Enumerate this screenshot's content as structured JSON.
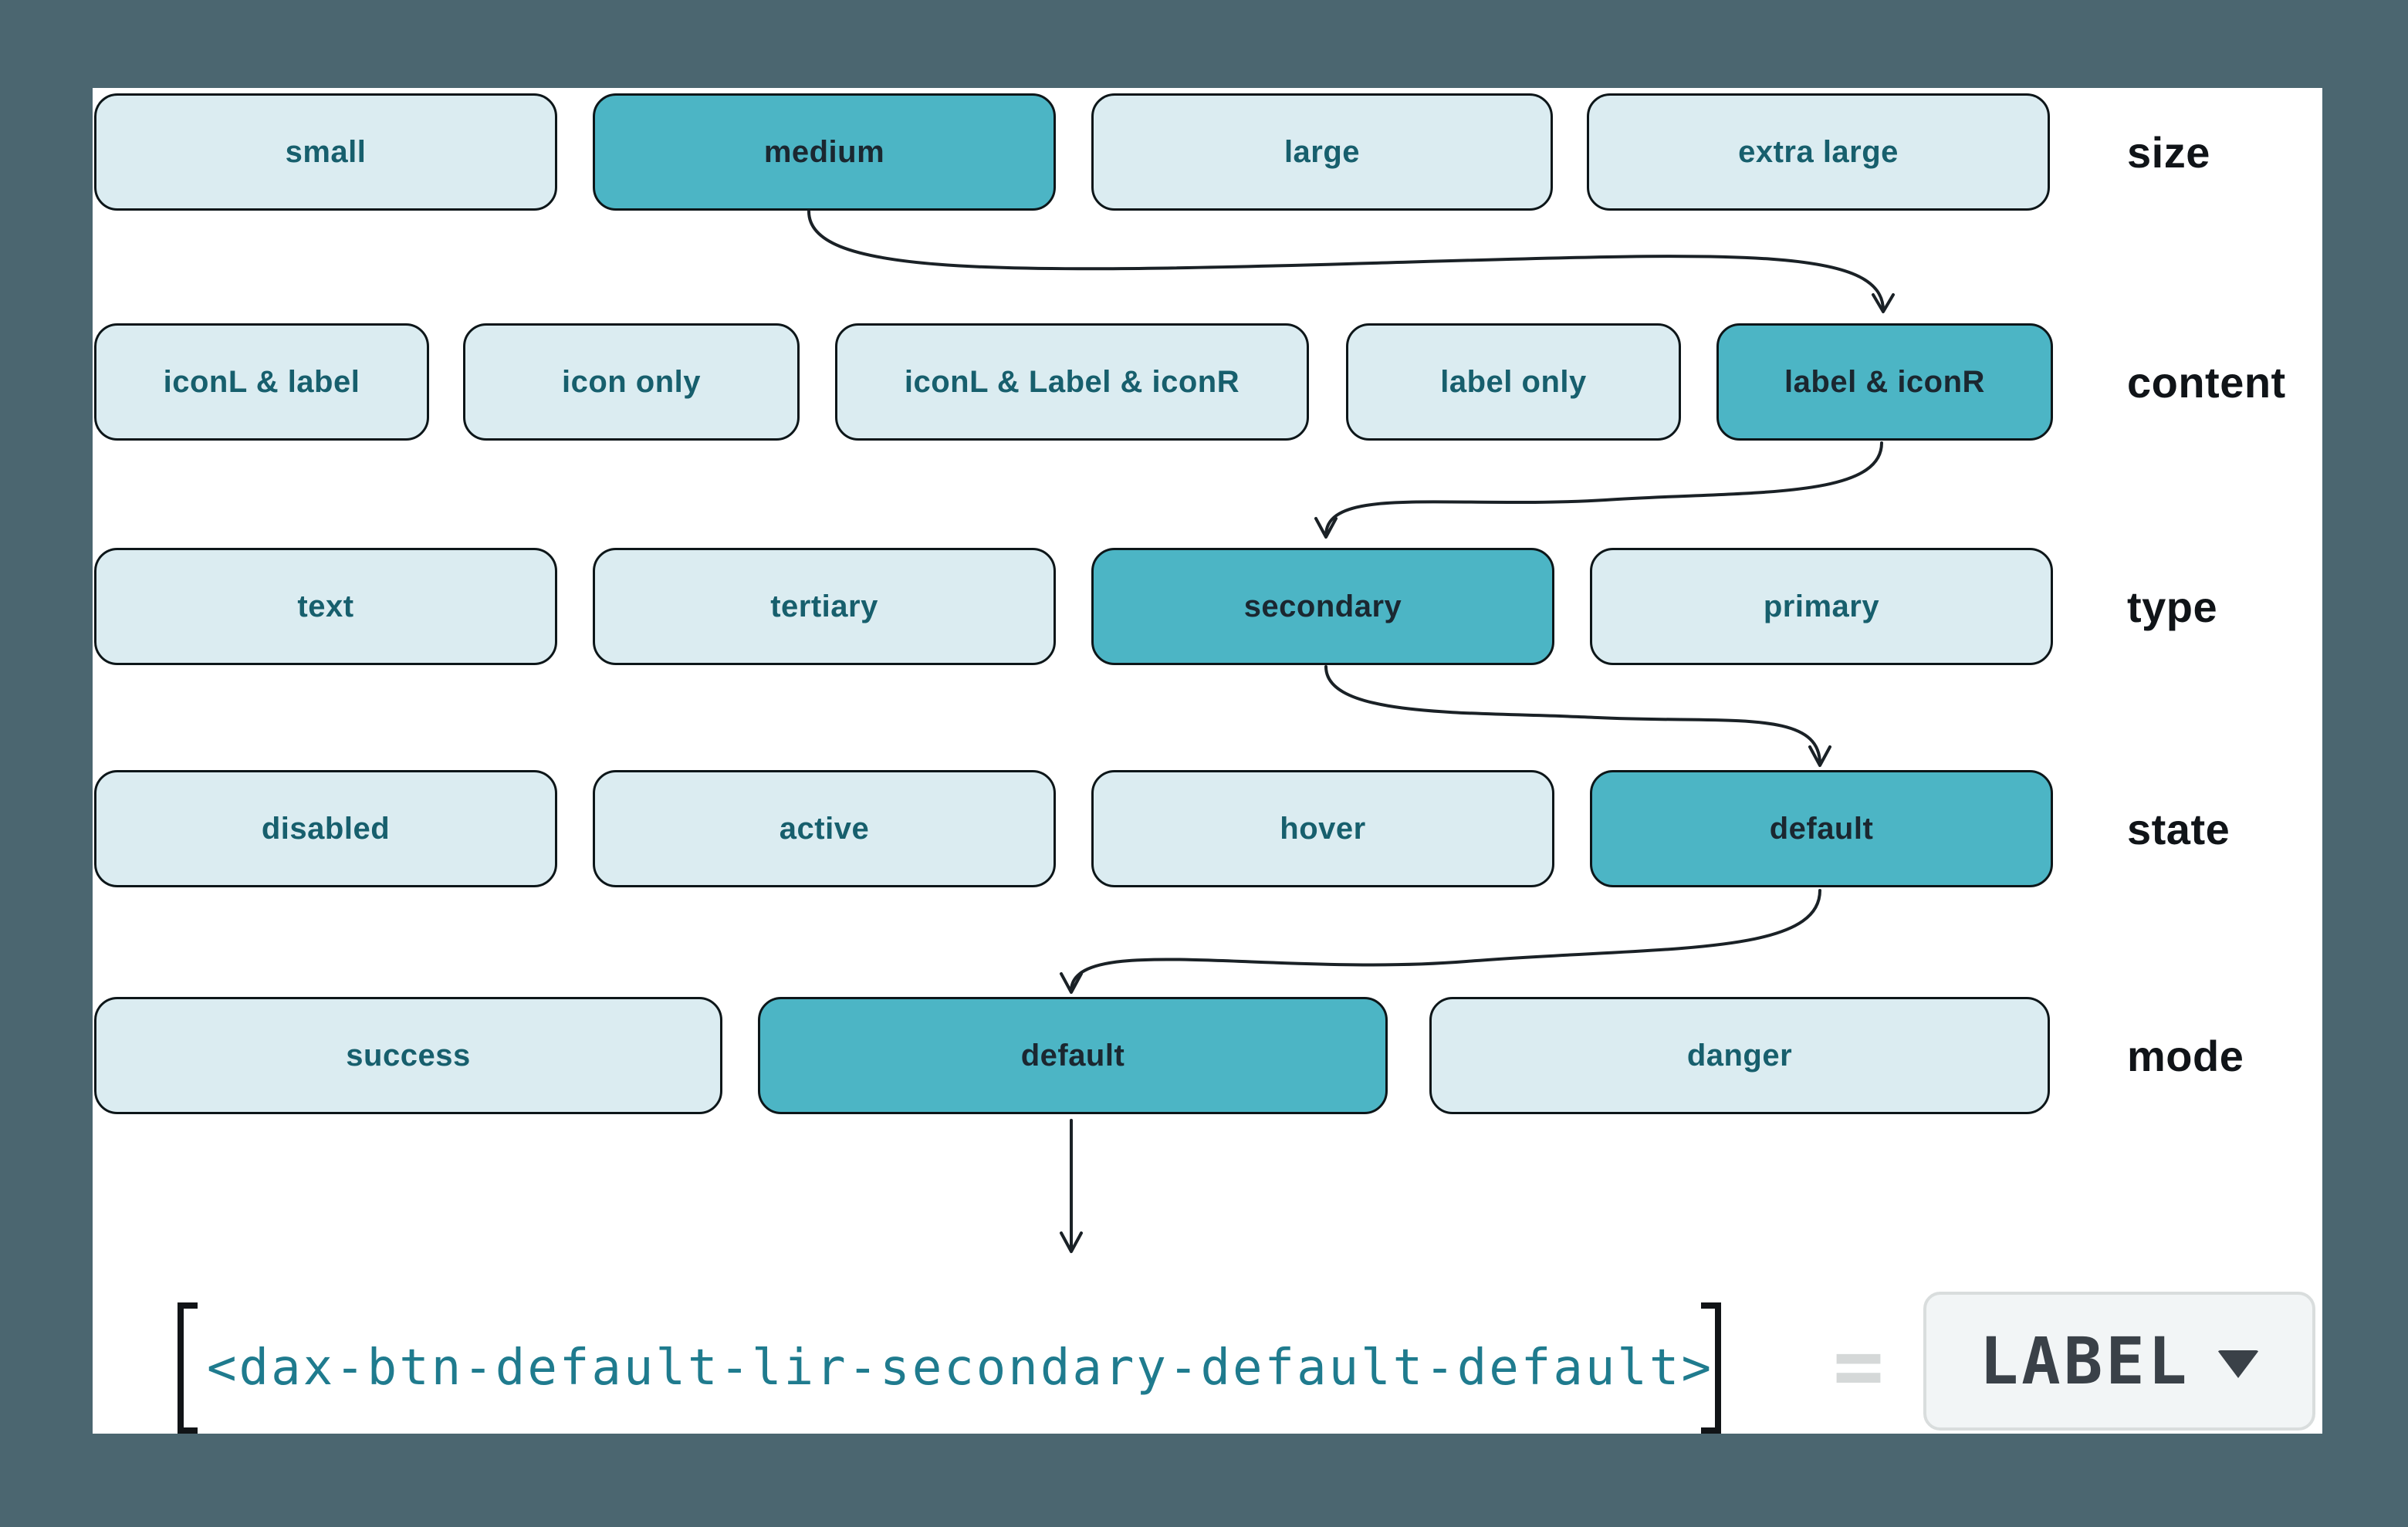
{
  "colors": {
    "outer_background": "#4b6670",
    "panel_background": "#ffffff",
    "pill_background": "#dbecf1",
    "pill_selected_background": "#4cb5c5",
    "pill_border": "#0d1619",
    "pill_text": "#175f6d",
    "pill_selected_text": "#1b2730",
    "row_label_text": "#101418",
    "arrow": "#1a2126",
    "code_text": "#1f7b8e",
    "bracket": "#111417",
    "equals_sign": "#d5d8d8",
    "label_button_background": "#f2f5f6",
    "label_button_border": "#d9dddd",
    "label_button_text": "#3a4148"
  },
  "rows": [
    {
      "label": "size",
      "buttons": [
        {
          "label": "small",
          "selected": false
        },
        {
          "label": "medium",
          "selected": true
        },
        {
          "label": "large",
          "selected": false
        },
        {
          "label": "extra large",
          "selected": false
        }
      ]
    },
    {
      "label": "content",
      "buttons": [
        {
          "label": "iconL & label",
          "selected": false
        },
        {
          "label": "icon only",
          "selected": false
        },
        {
          "label": "iconL & Label & iconR",
          "selected": false
        },
        {
          "label": "label only",
          "selected": false
        },
        {
          "label": "label & iconR",
          "selected": true
        }
      ]
    },
    {
      "label": "type",
      "buttons": [
        {
          "label": "text",
          "selected": false
        },
        {
          "label": "tertiary",
          "selected": false
        },
        {
          "label": "secondary",
          "selected": true
        },
        {
          "label": "primary",
          "selected": false
        }
      ]
    },
    {
      "label": "state",
      "buttons": [
        {
          "label": "disabled",
          "selected": false
        },
        {
          "label": "active",
          "selected": false
        },
        {
          "label": "hover",
          "selected": false
        },
        {
          "label": "default",
          "selected": true
        }
      ]
    },
    {
      "label": "mode",
      "buttons": [
        {
          "label": "success",
          "selected": false
        },
        {
          "label": "default",
          "selected": true
        },
        {
          "label": "danger",
          "selected": false
        }
      ]
    }
  ],
  "output": {
    "code": "<dax-btn-default-lir-secondary-default-default>",
    "equals": "=",
    "result_label": "LABEL",
    "dropdown_icon": "triangle-down"
  }
}
